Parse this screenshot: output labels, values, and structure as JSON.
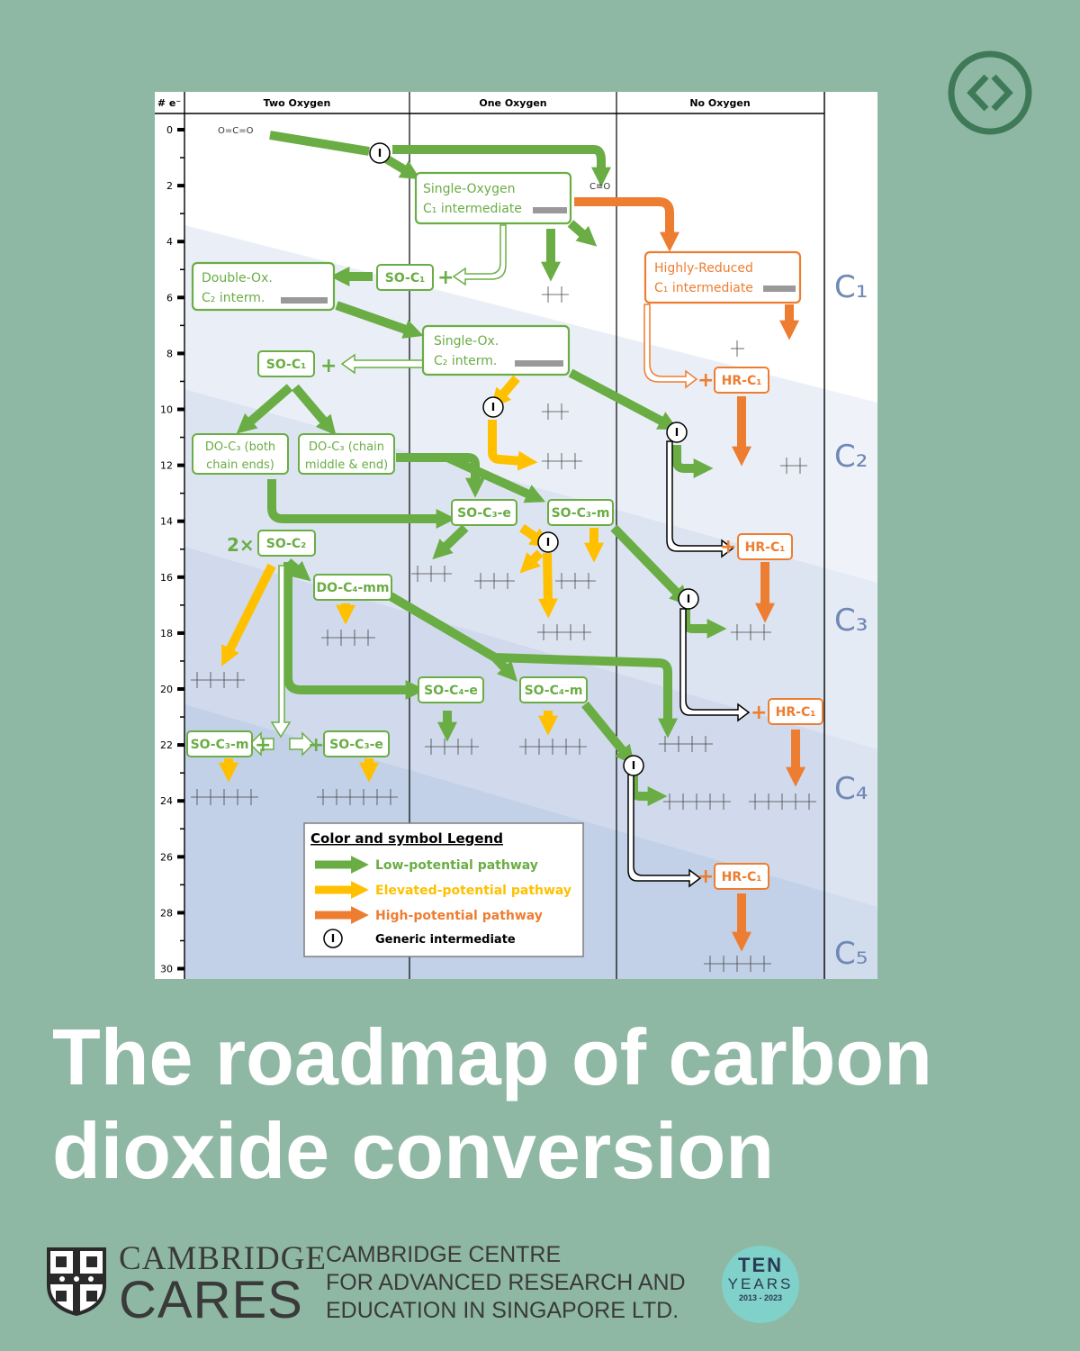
{
  "title": {
    "line1": "The roadmap of carbon",
    "line2": "dioxide conversion"
  },
  "header": {
    "electrons": "# e⁻",
    "col_two_oxygen": "Two Oxygen",
    "col_one_oxygen": "One Oxygen",
    "col_no_oxygen": "No Oxygen"
  },
  "axis": {
    "ticks": [
      "0",
      "2",
      "4",
      "6",
      "8",
      "10",
      "12",
      "14",
      "16",
      "18",
      "20",
      "22",
      "24",
      "26",
      "28",
      "30"
    ]
  },
  "carbon_numbers": [
    "C₁",
    "C₂",
    "C₃",
    "C₄",
    "C₅"
  ],
  "molecules": {
    "co2": "O=C=O",
    "co": "C≡O"
  },
  "boxes": {
    "so_c1_intermediate_1": "Single-Oxygen",
    "so_c1_intermediate_2": "C₁ intermediate",
    "hr_c1_intermediate_1": "Highly-Reduced",
    "hr_c1_intermediate_2": "C₁ intermediate",
    "do_c2_1": "Double-Ox.",
    "do_c2_2": "C₂ interm.",
    "so_c2_1": "Single-Ox.",
    "so_c2_2": "C₂ interm.",
    "so_c1": "SO-C₁",
    "hr_c1": "HR-C₁",
    "do_c3_ends_1": "DO-C₃ (both",
    "do_c3_ends_2": "chain ends)",
    "do_c3_mid_1": "DO-C₃ (chain",
    "do_c3_mid_2": "middle & end)",
    "so_c3_e": "SO-C₃-e",
    "so_c3_m": "SO-C₃-m",
    "so_c2": "SO-C₂",
    "two_x": "2×",
    "do_c4_mm": "DO-C₄-mm",
    "so_c4_e": "SO-C₄-e",
    "so_c4_m": "SO-C₄-m"
  },
  "symbols": {
    "intermediate": "I",
    "plus": "+"
  },
  "legend": {
    "title": "Color and symbol Legend",
    "low": "Low-potential pathway",
    "elevated": "Elevated-potential pathway",
    "high": "High-potential pathway",
    "generic": "Generic intermediate"
  },
  "colors": {
    "background": "#8fb8a4",
    "low": "#6aad44",
    "elevated": "#ffc000",
    "high": "#ed7d31",
    "carbon_label": "#4f81bd"
  },
  "footer": {
    "cambridge": "CAMBRIDGE",
    "cares": "CARES",
    "full_name_1": "CAMBRIDGE CENTRE",
    "full_name_2": "FOR ADVANCED RESEARCH AND",
    "full_name_3": "EDUCATION IN SINGAPORE LTD.",
    "ten": "TEN",
    "years": "YEARS",
    "range": "2013 - 2023"
  },
  "icons": {
    "top_right": "code-brackets-icon",
    "shield": "cambridge-shield-icon"
  }
}
